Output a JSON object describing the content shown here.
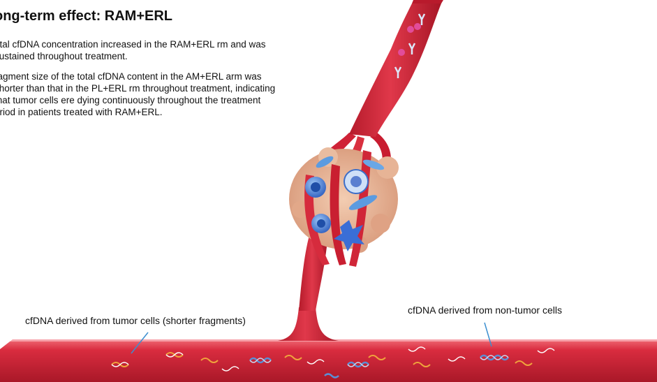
{
  "title": "ong-term effect: RAM+ERL",
  "bullets": [
    "otal cfDNA concentration increased in the RAM+ERL rm and was sustained throughout treatment.",
    "ragment size of the total cfDNA content in the AM+ERL arm was shorter than that in the PL+ERL rm throughout treatment, indicating that tumor cells ere dying continuously throughout the treatment eriod in patients treated with RAM+ERL."
  ],
  "labels": {
    "tumor_cfdna": "cfDNA derived from tumor cells (shorter fragments)",
    "nontumor_cfdna": "cfDNA derived from non-tumor cells"
  },
  "colors": {
    "vessel": "#d2253a",
    "vessel_dark": "#a3121f",
    "vessel_light": "#ea5a67",
    "tumor_mass": "#e8b89a",
    "tumor_cells": "#4a7fd4",
    "short_dna": "#f0a43c",
    "long_dna": "#5a8fd6",
    "pointer_line": "#3b8fd0"
  }
}
